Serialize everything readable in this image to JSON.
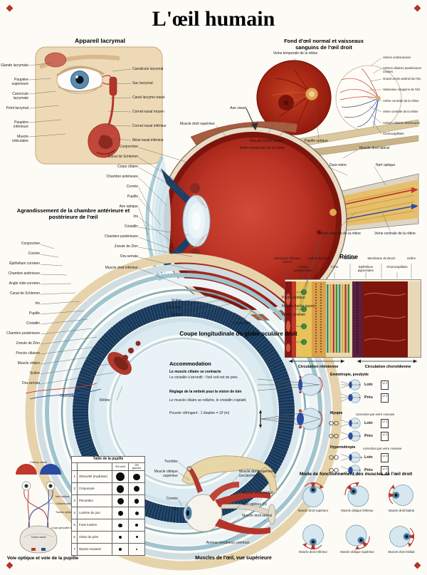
{
  "title": "L'œil humain",
  "lacrimal": {
    "title": "Appareil lacrymal",
    "left": [
      "Glande lacrymale",
      "Paupière supérieure",
      "Caroncule lacrymale",
      "Point lacrymal",
      "Paupière inférieure",
      "Muscle orbiculaire"
    ],
    "right": [
      "Canalicule lacrymal",
      "Sac lacrymal",
      "Canal lacrymo-nasal",
      "Cornet nasal moyen",
      "Cornet nasal inférieur",
      "Méat nasal inférieur"
    ]
  },
  "fundus": {
    "t1": "Fond d'œil normal et vaisseaux",
    "t2": "sanguins de l'œil droit",
    "top": "Veine temporale de la rétine",
    "macula": "Macula (tache jaune)",
    "papilla": "Papille optique",
    "artery": "Artère temporale de la rétine",
    "vessels": [
      "Veines vorticineuses",
      "Artères ciliaires postérieures courtes",
      "Grand cercle artériel de l'iris",
      "Vaisseaux sanguins de l'iris",
      "Artère centrale de la rétine",
      "Veine centrale de la rétine",
      "Artères ciliaires antérieures",
      "Choriocapillaire"
    ]
  },
  "eye": {
    "axis": "Axe visuel",
    "muscle_sup": "Muscle droit supérieur",
    "muscle_inf": "Muscle droit inférieur",
    "left": [
      "Conjonctive",
      "Canal de Schlemm",
      "Corps ciliaire",
      "Chambre antérieure",
      "Cornée",
      "Pupille",
      "Axe optique",
      "Iris",
      "Cristallin",
      "Chambre postérieure",
      "Zonule de Zinn",
      "Ora serrata"
    ],
    "right": [
      "Muscle droit latéral",
      "Dure-mère",
      "Nerf optique",
      "Artère centrale de la rétine",
      "Veine centrale de la rétine"
    ],
    "bottom": [
      "Sclère",
      "Choroïde",
      "Rétine",
      "Corps vitré",
      "Papille optique",
      "Macula (tache jaune)",
      "Fovéa centrale"
    ],
    "caption": "Coupe longitudinale du globe oculaire droit"
  },
  "chamber": {
    "title": "Agrandissement de la chambre antérieure et postérieure de l'œil",
    "labels": [
      "Conjonctive",
      "Cornée",
      "Épithélium cornéen",
      "Chambre antérieure",
      "Angle irido-cornéen",
      "Canal de Schlemm",
      "Iris",
      "Pupille",
      "Cristallin",
      "Chambre postérieure",
      "Zonule de Zinn",
      "Procès ciliaires",
      "Muscle ciliaire",
      "Sclère",
      "Ora serrata"
    ],
    "bottom": [
      "Choroïde",
      "Rétine"
    ]
  },
  "retina": {
    "title": "Rétine",
    "top": [
      "Membrane limitante interne",
      "Cellule ganglionnaire",
      "Cellule bipolaire",
      "Cône",
      "Bâtonnet",
      "Épithélium pigmentaire",
      "Membrane de Bruch",
      "Choriocapillaire",
      "Sclère"
    ],
    "flow_left": "Circulation rétinienne",
    "flow_right": "Circulation choroïdienne"
  },
  "accom": {
    "title": "Accommodation",
    "p1b": "Le muscle ciliaire se contracte",
    "p1": "Le cristallin s'arrondit : l'œil voit net de près.",
    "p2b": "Réglage de la netteté pour la vision de loin",
    "p2": "Le muscle ciliaire se relâche, le cristallin s'aplatit.",
    "p3": "Pouvoir réfringent : 1 dioptrie = 1/f (m)"
  },
  "vision": {
    "chart": "12 3",
    "groups": [
      {
        "title": "Emmétropie, presbytie",
        "note": "",
        "rows": [
          "Loin",
          "Près"
        ]
      },
      {
        "title": "Myopie",
        "note": "correction par verre concave",
        "rows": [
          "Loin",
          "Près"
        ]
      },
      {
        "title": "Hypermétropie",
        "note": "correction par verre convexe",
        "rows": [
          "Loin",
          "Près"
        ]
      }
    ]
  },
  "pathway": {
    "title": "Voie optique et voie de la pupille",
    "field": "Champ visuel",
    "nerve": "Nerf optique",
    "chiasma": "Chiasma optique",
    "tract": "Tractus optique",
    "lgn": "Corps genouillé latéral",
    "cortex": "Cortex visuel"
  },
  "pupil": {
    "header": "Taille de la pupille",
    "col1": "Œil droit",
    "col2": "Œil gauche",
    "rows": [
      {
        "n": "1",
        "label": "Obscurité (mydriase)",
        "d1": 12,
        "d2": 9.5
      },
      {
        "n": "2",
        "label": "Crépuscule",
        "d1": 10.5,
        "d2": 8
      },
      {
        "n": "3",
        "label": "Pénombre",
        "d1": 9,
        "d2": 6.5
      },
      {
        "n": "4",
        "label": "Lumière du jour",
        "d1": 7,
        "d2": 5
      },
      {
        "n": "5",
        "label": "Forte lumière",
        "d1": 5.5,
        "d2": 4
      },
      {
        "n": "6",
        "label": "Vision de près",
        "d1": 4.5,
        "d2": 3
      },
      {
        "n": "7",
        "label": "Myosis maximal",
        "d1": 3.5,
        "d2": 2.5
      }
    ]
  },
  "muscles": {
    "title": "Muscles de l'œil, vue supérieure",
    "trochlea": "Trochlée",
    "oblique": "Muscle oblique supérieur",
    "cornea": "Cornée",
    "iris": "Iris",
    "sup": "Muscle droit supérieur (sectionné)",
    "medial": "Muscle droit médial",
    "nerve": "Nerf optique (II)",
    "lateral": "Muscle droit latéral",
    "ring": "Anneau tendineux commun"
  },
  "modes": {
    "title": "Mode de fonctionnement des muscles de l'œil droit",
    "items": [
      "Muscle droit supérieur",
      "Muscle oblique inférieur",
      "Muscle droit latéral",
      "Muscle droit inférieur",
      "Muscle oblique supérieur",
      "Muscle droit médial"
    ]
  }
}
